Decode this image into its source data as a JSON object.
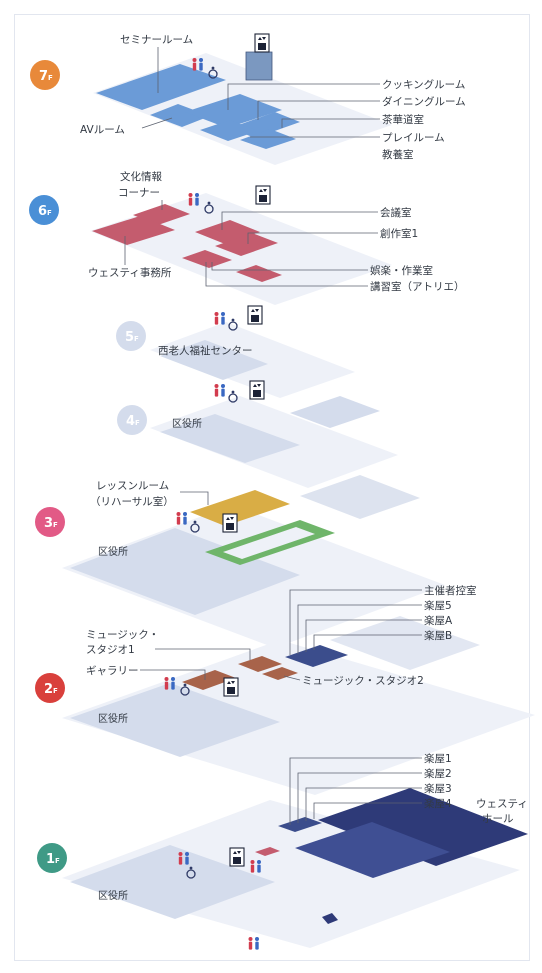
{
  "colors": {
    "floor_7": "#e8893a",
    "floor_6": "#4a8fd6",
    "floor_5": "#d4dcec",
    "floor_4": "#d4dcec",
    "floor_3": "#e25a86",
    "floor_2": "#d9403c",
    "floor_1": "#3f9a86",
    "blue_room": "#6b9bd7",
    "red_room": "#c45c6e",
    "yellow_room": "#d9ad45",
    "green_room": "#6fb56a",
    "brown_room": "#a8634a",
    "hall": "#2e3a78",
    "plate": "#eef1f8"
  },
  "floors": [
    {
      "badge_num": "7",
      "badge_suffix": "F",
      "color_key": "floor_7"
    },
    {
      "badge_num": "6",
      "badge_suffix": "F",
      "color_key": "floor_6"
    },
    {
      "badge_num": "5",
      "badge_suffix": "F",
      "color_key": "floor_5"
    },
    {
      "badge_num": "4",
      "badge_suffix": "F",
      "color_key": "floor_4"
    },
    {
      "badge_num": "3",
      "badge_suffix": "F",
      "color_key": "floor_3"
    },
    {
      "badge_num": "2",
      "badge_suffix": "F",
      "color_key": "floor_2"
    },
    {
      "badge_num": "1",
      "badge_suffix": "F",
      "color_key": "floor_1"
    }
  ],
  "labels": {
    "f7": {
      "seminar": "セミナールーム",
      "av": "AVルーム",
      "cooking": "クッキングルーム",
      "dining": "ダイニングルーム",
      "tea": "茶華道室",
      "play": "プレイルーム",
      "teaching": "教養室"
    },
    "f6": {
      "bunka_1": "文化情報",
      "bunka_2": "コーナー",
      "office": "ウェスティ事務所",
      "kaigi": "会議室",
      "sosaku": "創作室1",
      "studio": "娯楽・作業室",
      "atelier": "講習室（アトリエ）"
    },
    "f5": {
      "welfare": "西老人福祉センター"
    },
    "f4": {
      "ward": "区役所"
    },
    "f3": {
      "lesson_1": "レッスンルーム",
      "lesson_2": "（リハーサル室）",
      "ward": "区役所"
    },
    "f2": {
      "organizer": "主催者控室",
      "gakuya5": "楽屋5",
      "gakuyaA": "楽屋A",
      "gakuyaB": "楽屋B",
      "music1_a": "ミュージック・",
      "music1_b": "スタジオ1",
      "gallery": "ギャラリー",
      "music2": "ミュージック・スタジオ2",
      "ward": "区役所"
    },
    "f1": {
      "gakuya1": "楽屋1",
      "gakuya2": "楽屋2",
      "gakuya3": "楽屋3",
      "gakuya4": "楽屋4",
      "hall_1": "ウェスティ",
      "hall_2": "ホール",
      "ward": "区役所"
    }
  }
}
